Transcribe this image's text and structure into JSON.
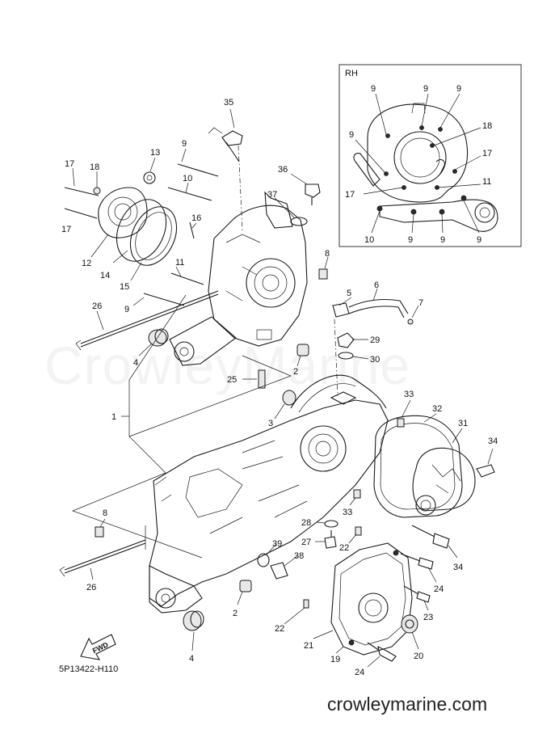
{
  "inset": {
    "label": "RH"
  },
  "watermark": "CrowleyMarine",
  "fwd_label": "FWD",
  "diagram_code": "5P13422-H110",
  "website": "crowleymarine.com",
  "callouts": [
    {
      "id": "c35",
      "text": "35"
    },
    {
      "id": "c13",
      "text": "13"
    },
    {
      "id": "c9a",
      "text": "9"
    },
    {
      "id": "c17a",
      "text": "17"
    },
    {
      "id": "c18a",
      "text": "18"
    },
    {
      "id": "c10a",
      "text": "10"
    },
    {
      "id": "c36",
      "text": "36"
    },
    {
      "id": "c37",
      "text": "37"
    },
    {
      "id": "c16",
      "text": "16"
    },
    {
      "id": "c17b",
      "text": "17"
    },
    {
      "id": "c12",
      "text": "12"
    },
    {
      "id": "c14",
      "text": "14"
    },
    {
      "id": "c15",
      "text": "15"
    },
    {
      "id": "c11a",
      "text": "11"
    },
    {
      "id": "c8a",
      "text": "8"
    },
    {
      "id": "c9b",
      "text": "9"
    },
    {
      "id": "c26a",
      "text": "26"
    },
    {
      "id": "c5",
      "text": "5"
    },
    {
      "id": "c6",
      "text": "6"
    },
    {
      "id": "c7",
      "text": "7"
    },
    {
      "id": "c4a",
      "text": "4"
    },
    {
      "id": "c29",
      "text": "29"
    },
    {
      "id": "c30",
      "text": "30"
    },
    {
      "id": "c2a",
      "text": "2"
    },
    {
      "id": "c25",
      "text": "25"
    },
    {
      "id": "c1",
      "text": "1"
    },
    {
      "id": "c3",
      "text": "3"
    },
    {
      "id": "c33a",
      "text": "33"
    },
    {
      "id": "c32",
      "text": "32"
    },
    {
      "id": "c31",
      "text": "31"
    },
    {
      "id": "c34a",
      "text": "34"
    },
    {
      "id": "c8b",
      "text": "8"
    },
    {
      "id": "c28",
      "text": "28"
    },
    {
      "id": "c33b",
      "text": "33"
    },
    {
      "id": "c27",
      "text": "27"
    },
    {
      "id": "c22a",
      "text": "22"
    },
    {
      "id": "c39",
      "text": "39"
    },
    {
      "id": "c38",
      "text": "38"
    },
    {
      "id": "c34b",
      "text": "34"
    },
    {
      "id": "c26b",
      "text": "26"
    },
    {
      "id": "c24a",
      "text": "24"
    },
    {
      "id": "c2b",
      "text": "2"
    },
    {
      "id": "c23",
      "text": "23"
    },
    {
      "id": "c22b",
      "text": "22"
    },
    {
      "id": "c21",
      "text": "21"
    },
    {
      "id": "c4b",
      "text": "4"
    },
    {
      "id": "c19",
      "text": "19"
    },
    {
      "id": "c20",
      "text": "20"
    },
    {
      "id": "c24b",
      "text": "24"
    },
    {
      "id": "r9a",
      "text": "9"
    },
    {
      "id": "r9b",
      "text": "9"
    },
    {
      "id": "r9c",
      "text": "9"
    },
    {
      "id": "r9d",
      "text": "9"
    },
    {
      "id": "r18",
      "text": "18"
    },
    {
      "id": "r17a",
      "text": "17"
    },
    {
      "id": "r11",
      "text": "11"
    },
    {
      "id": "r17b",
      "text": "17"
    },
    {
      "id": "r10",
      "text": "10"
    },
    {
      "id": "r9e",
      "text": "9"
    },
    {
      "id": "r9f",
      "text": "9"
    },
    {
      "id": "r9g",
      "text": "9"
    }
  ]
}
